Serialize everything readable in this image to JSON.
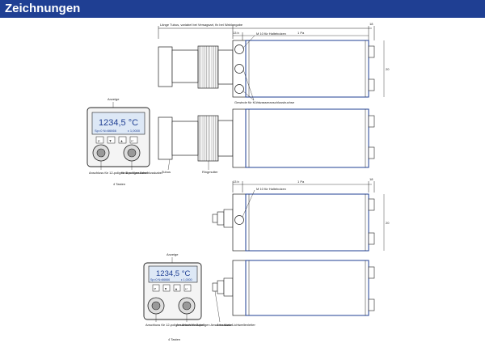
{
  "header": {
    "title": "Zeichnungen"
  },
  "colors": {
    "header_bg": "#1f3f93",
    "lcd_bg": "#dde8f6",
    "lcd_text": "#1f3f93",
    "line": "#222222",
    "housing_line": "#1f3f93"
  },
  "labels": {
    "top_dim": "Länge Tubus, variabel bei Versagsart, fix bei Wahlangabe",
    "dim_13a": "13 b",
    "dim_total_1": "1 Pa",
    "dim_right_1": "18",
    "dim_side_1": "20",
    "mount_holes_1": "M 10 für Haltebolzen",
    "cooling_label": "Gewinde für Kühlwasseranschlussbuchse",
    "tubus": "Tubus",
    "ringmutter": "Ringmutter",
    "dim_13b": "13 b",
    "dim_total_2": "1 Pa",
    "dim_right_2": "18",
    "dim_side_2": "20",
    "mount_holes_2": "M 10 für Haltebolzen",
    "bottom_conn": "Anschluss Lichtwellenleiter"
  },
  "display_top": {
    "caption": "Anzeige",
    "value": "1234,5 °C",
    "line2_left": "Sp=0 N=66666",
    "line2_right": "ε 1,0000",
    "buttons": [
      "P",
      "▼",
      "▲",
      "↵"
    ],
    "left_jack": "Anschluss für 12-poligen Anschlusskabel",
    "right_jack": "für 8-poligen Anschlusskabel",
    "keys_caption": "4 Tasten"
  },
  "display_bottom": {
    "caption": "Anzeige",
    "value": "1234,5 °C",
    "line2_left": "Sp=0 N=66666",
    "line2_right": "ε 1,0000",
    "buttons": [
      "P",
      "▼",
      "▲",
      "↵"
    ],
    "left_jack": "Anschluss für 12-poligen Anschlusskabel",
    "right_jack": "Anschluss für 8-poligen Anschlusskabel",
    "keys_caption": "4 Tasten"
  }
}
